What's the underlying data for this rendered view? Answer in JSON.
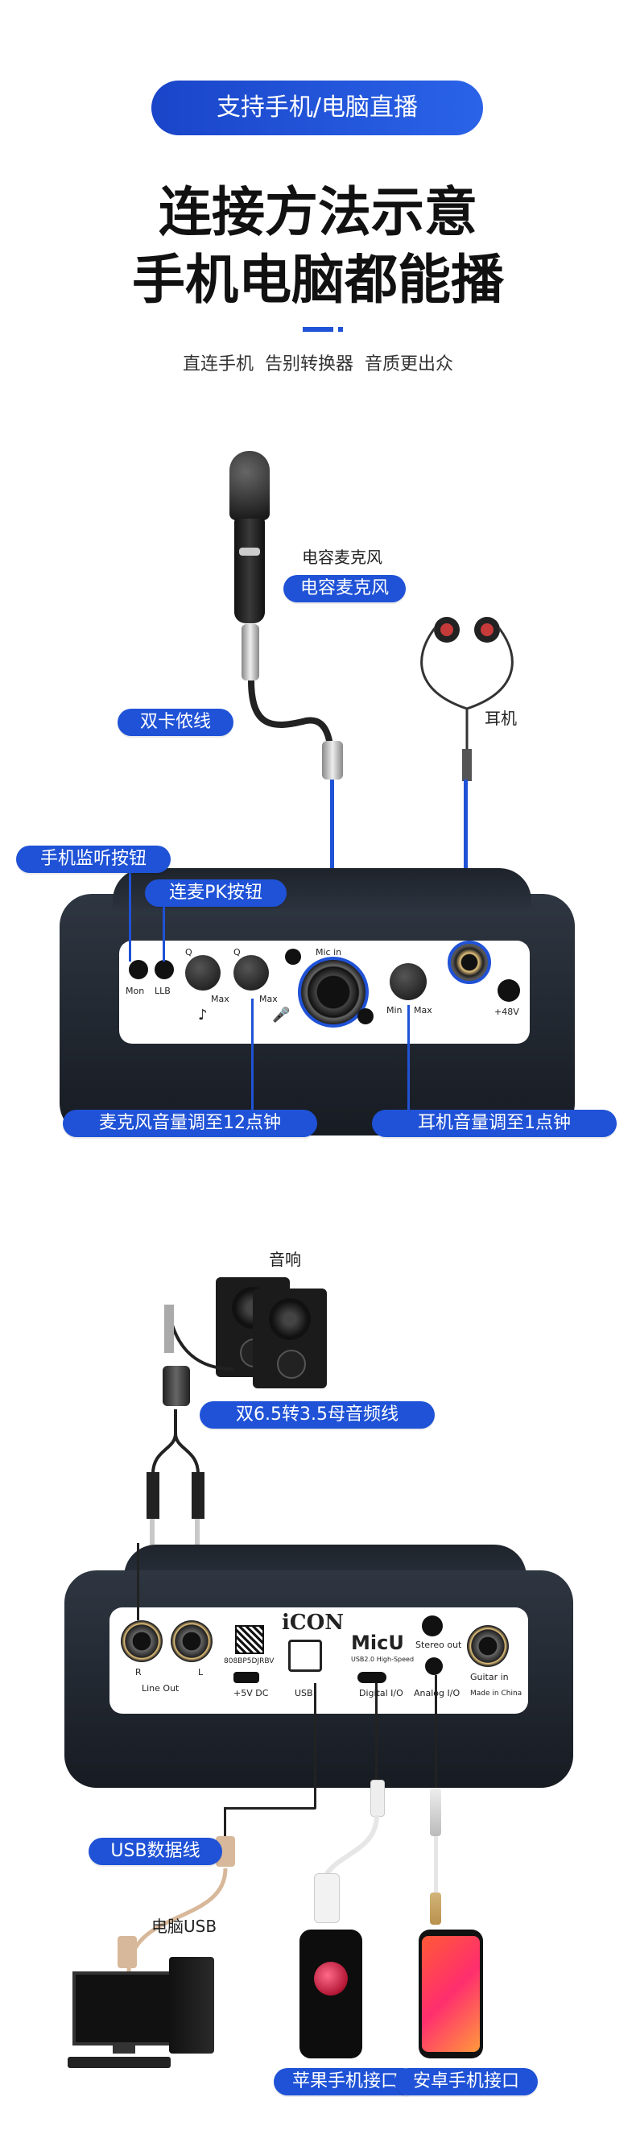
{
  "header": {
    "badge": "支持手机/电脑直播",
    "title_line1": "连接方法示意",
    "title_line2": "手机电脑都能播",
    "subtitle": "直连手机  告别转换器  音质更出众"
  },
  "section1": {
    "mic_label_plain": "电容麦克风",
    "mic_tag": "电容麦克风",
    "cable_tag": "双卡侬线",
    "earphone_label": "耳机",
    "monitor_tag": "手机监听按钮",
    "pk_tag": "连麦PK按钮",
    "mic_volume_tag": "麦克风音量调至12点钟",
    "ear_volume_tag": "耳机音量调至1点钟",
    "panel": {
      "mon": "Mon",
      "llb": "LLB",
      "q1": "Q",
      "q2": "Q",
      "max1": "Max",
      "max2": "Max",
      "mic_in": "Mic in",
      "min": "Min",
      "max3": "Max",
      "phantom": "+48V"
    }
  },
  "section2": {
    "speaker_label": "音响",
    "cable_tag": "双6.5转3.5母音频线",
    "usb_tag": "USB数据线",
    "pc_label": "电脑USB",
    "apple_tag": "苹果手机接口",
    "android_tag": "安卓手机接口",
    "panel": {
      "r": "R",
      "l": "L",
      "line_out": "Line Out",
      "serial": "808BP5DJRBV",
      "power": "+5V DC",
      "brand": "iCON",
      "usb": "USB",
      "model": "MicU",
      "model_sub": "USB2.0 High-Speed",
      "digital": "Digital I/O",
      "stereo_out": "Stereo out",
      "analog": "Analog I/O",
      "guitar": "Guitar in",
      "made_in": "Made in China"
    }
  },
  "colors": {
    "accent": "#1f52d6",
    "device": "#232a33",
    "text": "#222222"
  }
}
